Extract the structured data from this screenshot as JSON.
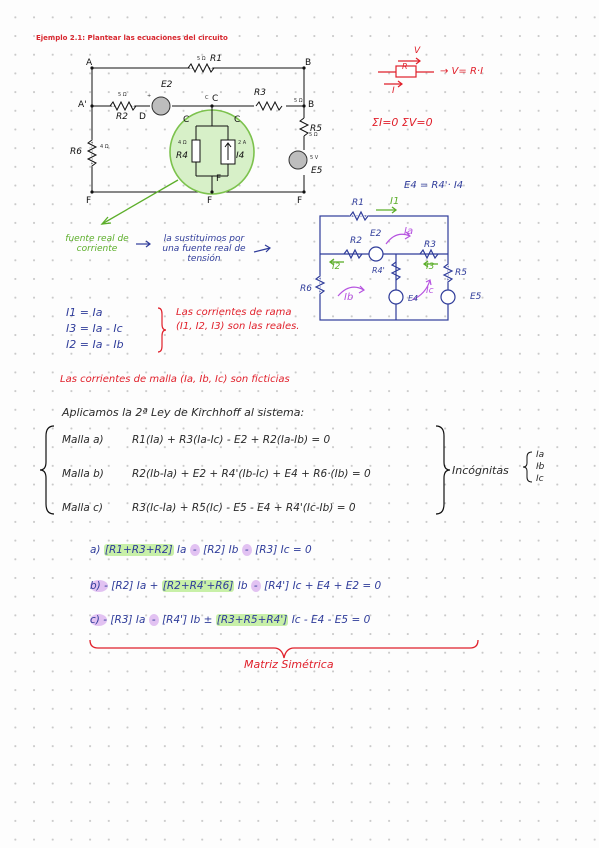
{
  "header": {
    "title": "Ejemplo 2.1: Plantear las ecuaciones del circuito"
  },
  "circuit1": {
    "node_A": "A",
    "node_B": "B",
    "node_A2": "A'",
    "node_B2": "B",
    "node_C": "C",
    "node_C2": "C",
    "node_Cc": "C",
    "node_Cc2": "C",
    "node_D": "D",
    "node_F1": "F",
    "node_F2": "F",
    "node_F3": "F",
    "node_F4": "F",
    "r1": "R1",
    "r1_val": "5 Ω",
    "r2": "R2",
    "r2_val": "5 Ω",
    "r3": "R3",
    "r3_val": "5 Ω",
    "r5": "R5",
    "r5_val": "5 Ω",
    "r6": "R6",
    "r6_val": "4 Ω",
    "r4": "R4",
    "r4_val": "4 Ω",
    "i4": "I4",
    "i4_val": "2 A",
    "e2": "E2",
    "e5": "E5",
    "e5_val": "5 V",
    "plus": "+",
    "minus": "-"
  },
  "ohm": {
    "v": "V",
    "r": "R",
    "i": "I",
    "law": "→ V= R·I",
    "kirchhoff": "ΣI=0  ΣV=0"
  },
  "notes": {
    "fuente_corriente": "fuente real de corriente",
    "sustituimos": "la sustituimos por una fuente real de tensión",
    "e4_eq": "E4 = R4'· I4"
  },
  "circuit2": {
    "r1": "R1",
    "i1": "I1",
    "r2": "R2",
    "e2": "E2",
    "ia": "Ia",
    "r3": "R3",
    "i2": "I2",
    "i3": "I3",
    "r4": "R4'",
    "r5": "R5",
    "r6": "R6",
    "ib": "Ib",
    "ic": "Ic",
    "e4": "E4",
    "e5": "E5"
  },
  "branch": {
    "eq1": "I1 = Ia",
    "eq2": "I3 = Ia - Ic",
    "eq3": "I2 = Ia - Ib",
    "note": "Las corrientes de rama (I1, I2, I3) son las reales."
  },
  "mesh_note": "Las corrientes de malla (Ia, Ib, Ic) son ficticias",
  "apply": "Aplicamos la 2ª Ley de Kirchhoff al sistema:",
  "mallas": [
    {
      "label": "Malla a)",
      "eq": "R1(Ia) + R3(Ia-Ic) - E2 + R2(Ia-Ib) = 0"
    },
    {
      "label": "Malla b)",
      "eq": "R2(Ib-Ia) + E2 + R4'(Ib-Ic) + E4 + R6·(Ib) = 0"
    },
    {
      "label": "Malla c)",
      "eq": "R3(Ic-Ia) + R5(Ic) - E5 - E4 + R4'(Ic-Ib) = 0"
    }
  ],
  "incognitas": {
    "label": "Incógnitas",
    "vars": [
      "Ia",
      "Ib",
      "Ic"
    ]
  },
  "matrix": {
    "a": {
      "p": "a)",
      "c1": "[R1+R3+R2]",
      "t1": "Ia",
      "s1": "-",
      "c2": "[R2]",
      "t2": "Ib",
      "s2": "-",
      "c3": "[R3]",
      "t3": "Ic = 0"
    },
    "b": {
      "p": "b) -",
      "c1": "[R2]",
      "t1": "Ia +",
      "c2": "[R2+R4'+R6]",
      "t2": "Ib",
      "s2": "-",
      "c3": "[R4']",
      "t3": "Ic + E4 + E2 = 0"
    },
    "c": {
      "p": "c) -",
      "c1": "[R3]",
      "t1": "Ia",
      "s1": "-",
      "c2": "[R4']",
      "t2": "Ib ±",
      "c3": "[R3+R5+R4']",
      "t3": "Ic - E4 - E5 = 0"
    },
    "footer": "Matriz Simétrica"
  },
  "colors": {
    "red": "#e0202b",
    "blue": "#2f3c9a",
    "green": "#5cae2a",
    "highlight": "#c8f0a8",
    "purple": "#e2c2f2"
  }
}
